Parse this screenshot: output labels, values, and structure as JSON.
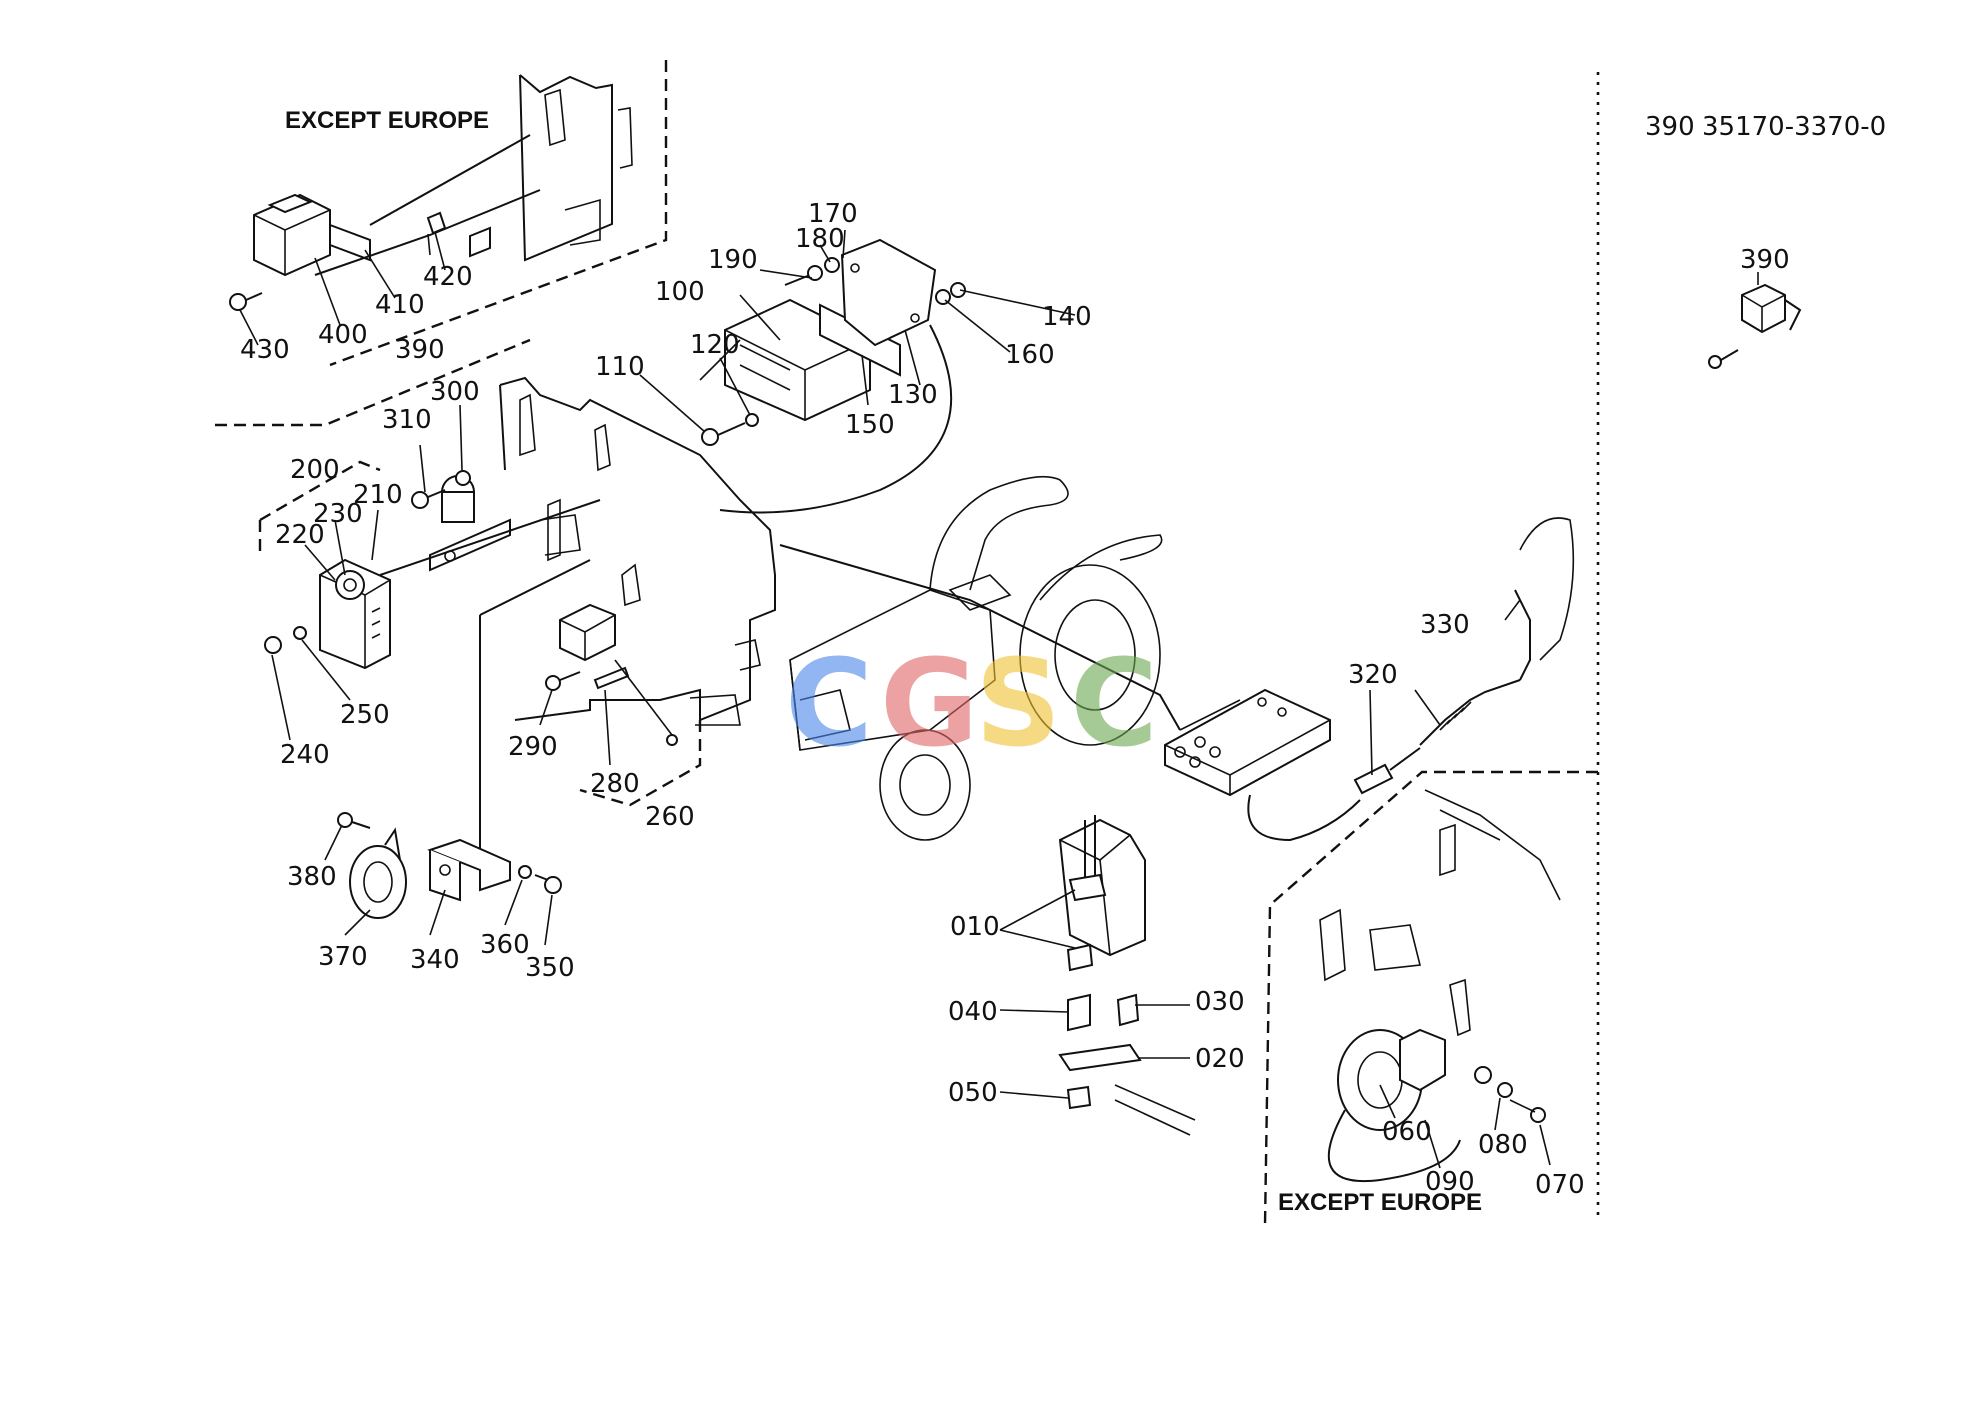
{
  "headings": {
    "except_europe_top": "EXCEPT EUROPE",
    "except_europe_bottom": "EXCEPT EUROPE",
    "ref_part_no": "390",
    "ref_part_code": "35170-3370-0"
  },
  "watermark": {
    "letters": [
      "C",
      "G",
      "S",
      "C"
    ],
    "colors": [
      "#4a86e8",
      "#e06666",
      "#f1c232",
      "#6aa84f"
    ]
  },
  "callouts": {
    "p010": "010",
    "p020": "020",
    "p030": "030",
    "p040": "040",
    "p050": "050",
    "p060": "060",
    "p070": "070",
    "p080": "080",
    "p090": "090",
    "p100": "100",
    "p110": "110",
    "p120": "120",
    "p130": "130",
    "p140": "140",
    "p150": "150",
    "p160": "160",
    "p170": "170",
    "p180": "180",
    "p190": "190",
    "p200": "200",
    "p210": "210",
    "p220": "220",
    "p230": "230",
    "p240": "240",
    "p250": "250",
    "p260": "260",
    "p280": "280",
    "p290": "290",
    "p300": "300",
    "p310": "310",
    "p320": "320",
    "p330": "330",
    "p340": "340",
    "p350": "350",
    "p360": "360",
    "p370": "370",
    "p380": "380",
    "p390a": "390",
    "p390b": "390",
    "p400": "400",
    "p410": "410",
    "p420": "420",
    "p430": "430"
  }
}
